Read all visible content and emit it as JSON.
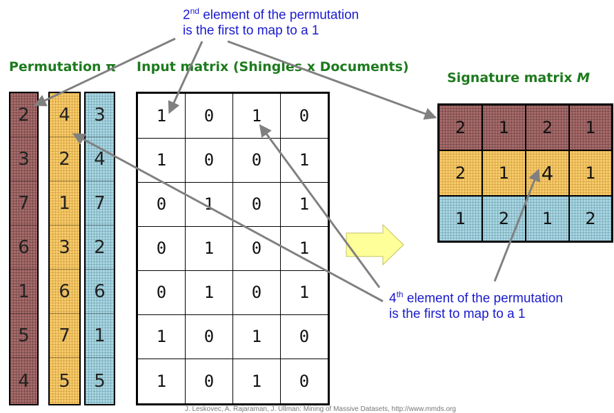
{
  "titles": {
    "permutation": "Permutation π",
    "input_matrix": "Input matrix (Shingles x Documents)",
    "signature": "Signature matrix",
    "signature_symbol": "M"
  },
  "notes": {
    "top": {
      "ordinal": "2",
      "suffix": "nd",
      "line1_rest": " element of the permutation",
      "line2": "is the first to map to a 1"
    },
    "bottom": {
      "ordinal": "4",
      "suffix": "th",
      "line1_rest": " element of the permutation",
      "line2": "is the first to map to a 1"
    }
  },
  "permutations": [
    {
      "color": "#a86a6a",
      "values": [
        "2",
        "3",
        "7",
        "6",
        "1",
        "5",
        "4"
      ]
    },
    {
      "color": "#f7cb6a",
      "values": [
        "4",
        "2",
        "1",
        "3",
        "6",
        "7",
        "5"
      ]
    },
    {
      "color": "#a8d6e2",
      "values": [
        "3",
        "4",
        "7",
        "2",
        "6",
        "1",
        "5"
      ]
    }
  ],
  "input_matrix": [
    [
      "1",
      "0",
      "1",
      "0"
    ],
    [
      "1",
      "0",
      "0",
      "1"
    ],
    [
      "0",
      "1",
      "0",
      "1"
    ],
    [
      "0",
      "1",
      "0",
      "1"
    ],
    [
      "0",
      "1",
      "0",
      "1"
    ],
    [
      "1",
      "0",
      "1",
      "0"
    ],
    [
      "1",
      "0",
      "1",
      "0"
    ]
  ],
  "signature_matrix": [
    {
      "color": "#a86a6a",
      "values": [
        "2",
        "1",
        "2",
        "1"
      ]
    },
    {
      "color": "#f7cb6a",
      "values": [
        "2",
        "1",
        "4",
        "1"
      ]
    },
    {
      "color": "#a8d6e2",
      "values": [
        "1",
        "2",
        "1",
        "2"
      ]
    }
  ],
  "colors": {
    "title_green": "#1d7a1d",
    "note_blue": "#1a1acd",
    "arrow_gray": "#808080",
    "big_arrow_fill": "#ffff99"
  },
  "footer": "J. Leskovec, A. Rajaraman, J. Ullman: Mining of Massive Datasets, http://www.mmds.org"
}
